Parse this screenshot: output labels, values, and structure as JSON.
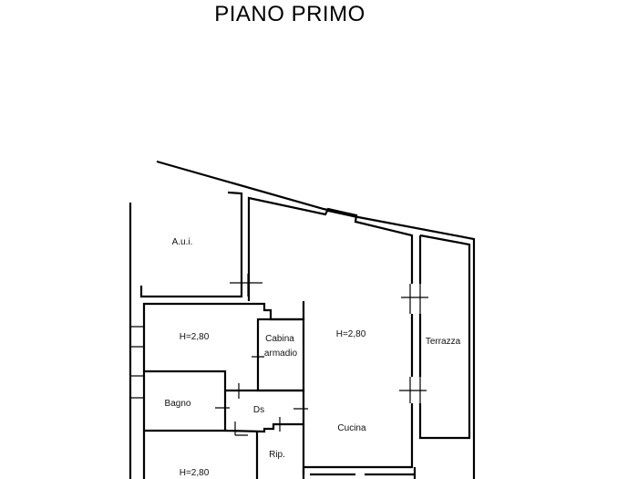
{
  "title": "PIANO PRIMO",
  "rooms": {
    "aui": "A.u.i.",
    "bedroom1_height": "H=2,80",
    "cabina_line1": "Cabina",
    "cabina_line2": "armadio",
    "living_height": "H=2,80",
    "terrazza": "Terrazza",
    "bagno": "Bagno",
    "ds": "Ds",
    "cucina": "Cucina",
    "rip": "Rip.",
    "bedroom2_height": "H=2,80"
  }
}
